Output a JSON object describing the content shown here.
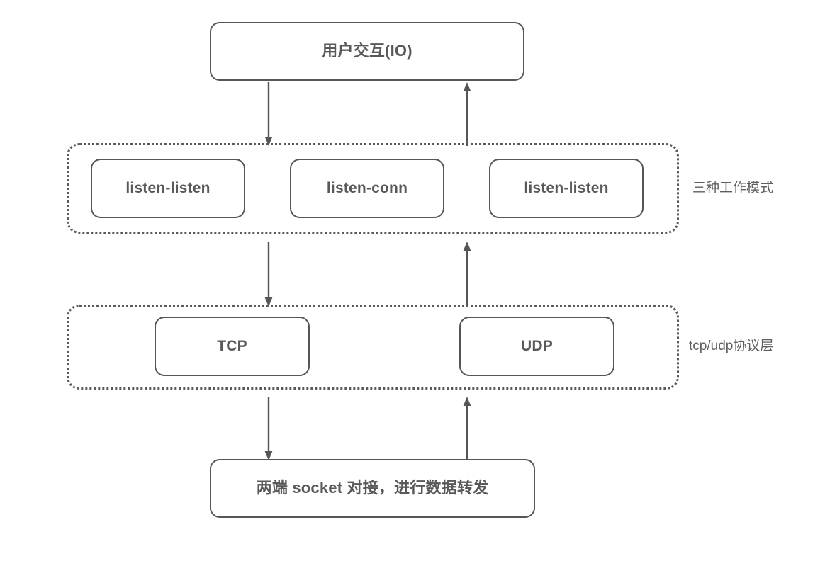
{
  "diagram": {
    "title": "socket forwarding architecture layers",
    "colors": {
      "stroke": "#565656",
      "dotted_stroke": "#5a5a5a",
      "text": "#595959",
      "side_label_text": "#5e5e5e",
      "background": "#ffffff"
    },
    "nodes": {
      "user_io": {
        "label": "用户交互(IO)"
      },
      "mode_listen_listen_left": {
        "label": "listen-listen"
      },
      "mode_listen_conn": {
        "label": "listen-conn"
      },
      "mode_listen_listen_right": {
        "label": "listen-listen"
      },
      "tcp": {
        "label": "TCP"
      },
      "udp": {
        "label": "UDP"
      },
      "socket_forward": {
        "label": "两端 socket 对接，进行数据转发"
      }
    },
    "groups": {
      "work_modes": {
        "side_label": "三种工作模式"
      },
      "protocol_layer": {
        "side_label": "tcp/udp协议层"
      }
    },
    "arrows": [
      {
        "name": "user-io-to-modes",
        "direction": "down"
      },
      {
        "name": "modes-to-user-io",
        "direction": "up"
      },
      {
        "name": "modes-to-protocol",
        "direction": "down"
      },
      {
        "name": "protocol-to-modes",
        "direction": "up"
      },
      {
        "name": "protocol-to-socket",
        "direction": "down"
      },
      {
        "name": "socket-to-protocol",
        "direction": "up"
      }
    ]
  }
}
